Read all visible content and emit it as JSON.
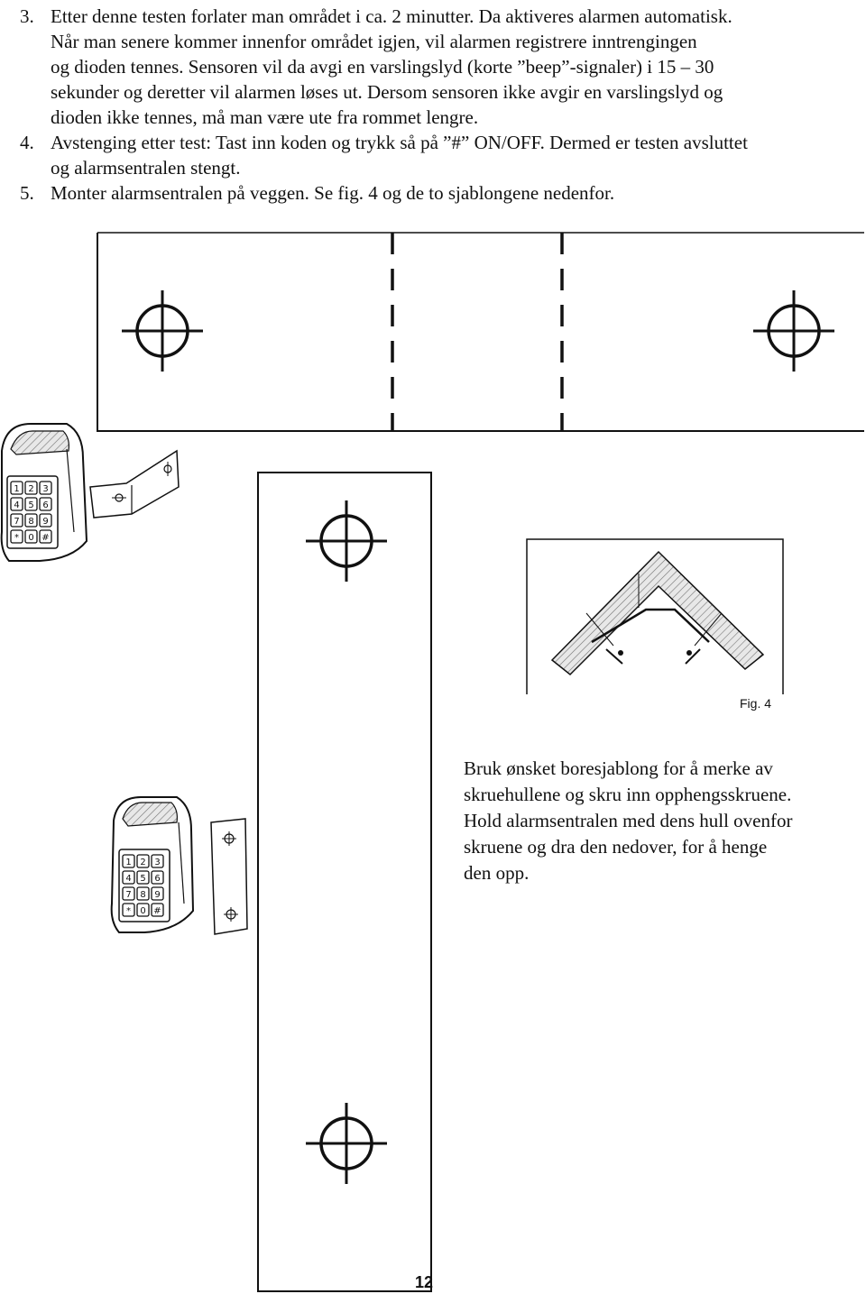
{
  "steps": [
    {
      "number": "3.",
      "lines": [
        "Etter denne testen forlater man området i ca. 2 minutter. Da aktiveres alarmen automatisk.",
        "Når man senere kommer innenfor området igjen, vil alarmen registrere inntrengingen",
        "og dioden tennes. Sensoren vil da avgi en varslingslyd (korte ”beep”-signaler) i 15 – 30",
        "sekunder og deretter vil alarmen løses ut. Dersom sensoren ikke avgir en varslingslyd og",
        "dioden ikke tennes, må man være ute fra rommet lengre."
      ]
    },
    {
      "number": "4.",
      "lines": [
        "Avstenging etter test: Tast inn koden og trykk så på ”#” ON/OFF. Dermed er testen avsluttet",
        "og alarmsentralen stengt."
      ]
    },
    {
      "number": "5.",
      "lines": [
        "Monter alarmsentralen på veggen. Se fig. 4 og de to sjablongene nedenfor."
      ]
    }
  ],
  "keypad_keys": [
    "1",
    "2",
    "3",
    "4",
    "5",
    "6",
    "7",
    "8",
    "9",
    "*",
    "0",
    "#"
  ],
  "figure_caption": "Fig. 4",
  "side_note": [
    "Bruk ønsket boresjablong for å merke av",
    "skruehullene og skru inn opphengsskruene.",
    "Hold alarmsentralen med dens hull ovenfor",
    "skruene og dra den nedover, for å henge",
    "den opp."
  ],
  "page_number": "12"
}
